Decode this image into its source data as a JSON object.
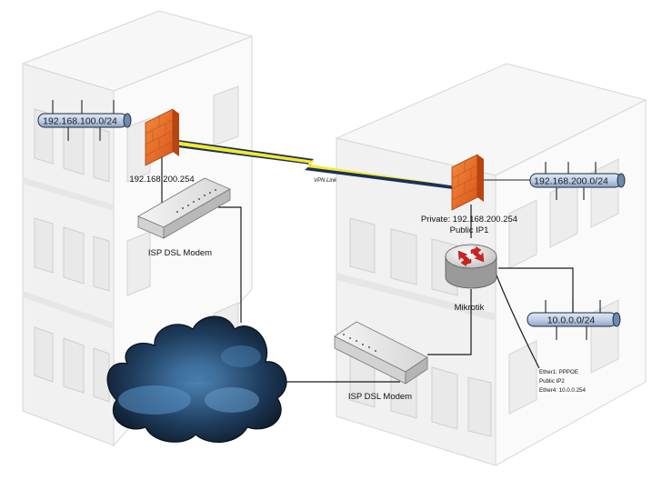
{
  "left_site": {
    "subnet": "192.168.100.0/24",
    "firewall_ip": "192.168.200.254",
    "modem_label": "ISP DSL Modem"
  },
  "vpn": {
    "label": "VPN Link"
  },
  "right_site": {
    "subnet_top": "192.168.200.0/24",
    "firewall_private": "Private: 192.168.200.254",
    "firewall_public": "Public IP1",
    "router_label": "Mikrotik",
    "subnet_lan": "10.0.0.0/24",
    "router_notes": [
      "Ether1: PPPOE",
      "Public IP2",
      "Ether4: 10.0.0.254"
    ],
    "modem_label": "ISP DSL Modem"
  },
  "colors": {
    "pipe": "#bfcfe6",
    "firewall": "#e8742c",
    "vpn_bolt": "#f4ea2a",
    "cloud": "#1e3d5c"
  }
}
